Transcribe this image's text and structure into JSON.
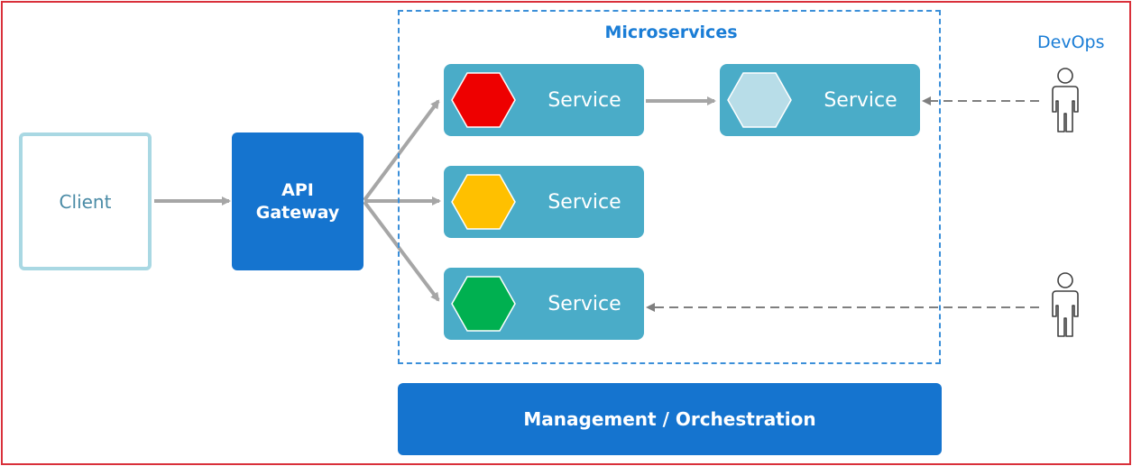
{
  "client": {
    "label": "Client"
  },
  "gateway": {
    "line1": "API",
    "line2": "Gateway"
  },
  "microservices": {
    "title": "Microservices",
    "services": [
      {
        "label": "Service",
        "hex_color": "#ee0000"
      },
      {
        "label": "Service",
        "hex_color": "#ffc000"
      },
      {
        "label": "Service",
        "hex_color": "#00b050"
      },
      {
        "label": "Service",
        "hex_color": "#b8dde8"
      }
    ]
  },
  "management": {
    "label": "Management / Orchestration"
  },
  "devops": {
    "label": "DevOps"
  },
  "colors": {
    "accent_blue": "#1574cf",
    "service_teal": "#4aacc8",
    "arrow_gray": "#a6a6a6",
    "frame_red": "#d9303a"
  },
  "icons": [
    "hexagon-icon",
    "person-icon"
  ]
}
